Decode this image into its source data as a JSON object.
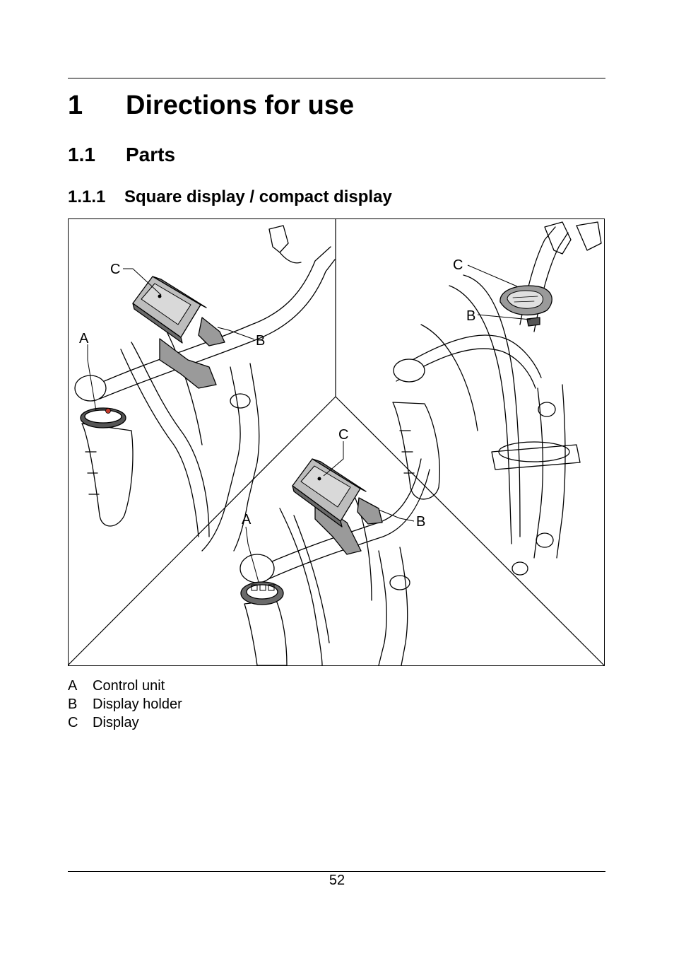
{
  "heading1": {
    "number": "1",
    "title": "Directions for use"
  },
  "heading2": {
    "number": "1.1",
    "title": "Parts"
  },
  "heading3": {
    "number": "1.1.1",
    "title": "Square display / compact display"
  },
  "figure": {
    "labels": {
      "left_c": "C",
      "left_a": "A",
      "left_b": "B",
      "right_c": "C",
      "right_b": "B",
      "center_c": "C",
      "center_a": "A",
      "center_b": "B"
    }
  },
  "legend": [
    {
      "key": "A",
      "text": "Control unit"
    },
    {
      "key": "B",
      "text": "Display holder"
    },
    {
      "key": "C",
      "text": "Display"
    }
  ],
  "footer": {
    "page_number": "52"
  }
}
